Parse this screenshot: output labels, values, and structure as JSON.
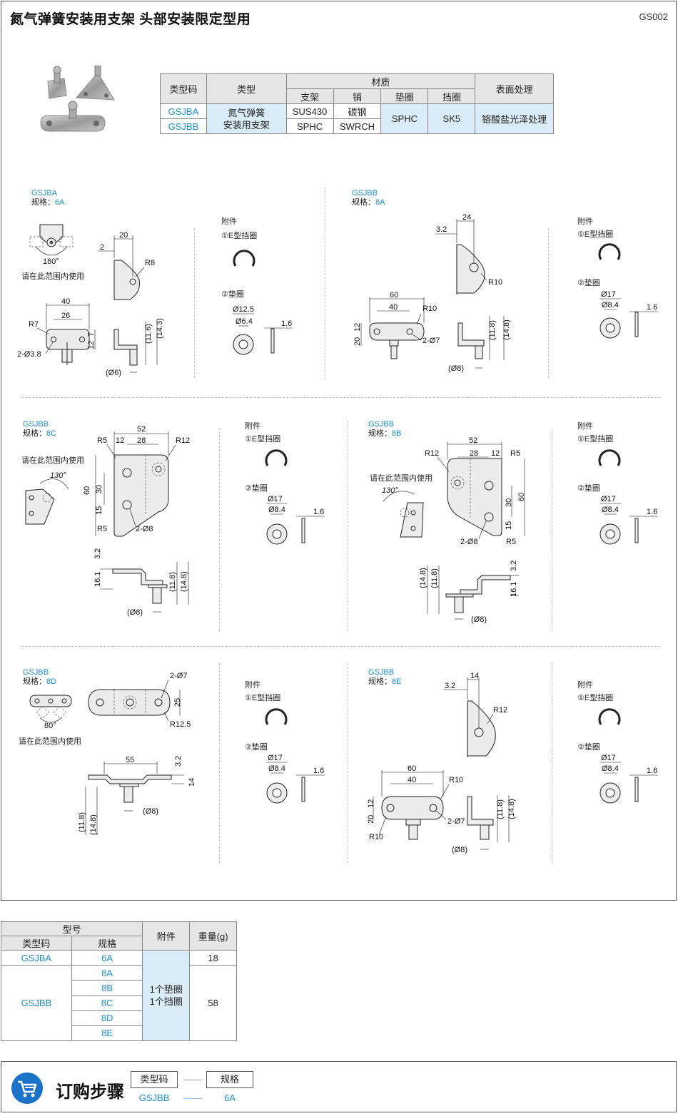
{
  "header": {
    "title": "氮气弹簧安装用支架  头部安装限定型用",
    "code": "GS002"
  },
  "spec_table": {
    "h_type_code": "类型码",
    "h_type": "类型",
    "h_material": "材质",
    "h_surface": "表面处理",
    "h_bracket": "支架",
    "h_pin": "销",
    "h_washer": "垫圈",
    "h_ring": "挡圈",
    "row1_code": "GSJBA",
    "row2_code": "GSJBB",
    "type_line1": "氮气弹簧",
    "type_line2": "安装用支架",
    "row1_bracket": "SUS430",
    "row1_pin": "碳钢",
    "row2_bracket": "SPHC",
    "row2_pin": "SWRCH",
    "washer": "SPHC",
    "ring": "SK5",
    "surface": "铬酸盐光泽处理"
  },
  "common": {
    "accessory": "附件",
    "ering": "①E型挡圈",
    "washer": "②垫圈",
    "spec_prefix": "规格：",
    "range_note": "请在此范围内使用"
  },
  "panels": {
    "p6a": {
      "code": "GSJBA",
      "spec": "6A"
    },
    "p8a": {
      "code": "GSJBB",
      "spec": "8A"
    },
    "p8c": {
      "code": "GSJBB",
      "spec": "8C"
    },
    "p8b": {
      "code": "GSJBB",
      "spec": "8B"
    },
    "p8d": {
      "code": "GSJBB",
      "spec": "8D"
    },
    "p8e": {
      "code": "GSJBB",
      "spec": "8E"
    }
  },
  "dims": {
    "p6a": {
      "d20": "20",
      "d2": "2",
      "r8": "R8",
      "a180": "180°",
      "d40": "40",
      "d26": "26",
      "r7": "R7",
      "h12": "12",
      "h7": "7",
      "hole": "2-Ø3.8",
      "v116": "(11.6)",
      "v143": "(14.3)",
      "pin": "(Ø6)",
      "wd1": "Ø12.5",
      "wd2": "Ø6.4",
      "wt": "1.6"
    },
    "p8a": {
      "d24": "24",
      "d32": "3.2",
      "r10": "R10",
      "d60": "60",
      "d40": "40",
      "r10b": "R10",
      "h20": "20",
      "h12": "12",
      "hole": "2-Ø7",
      "v118": "(11.8)",
      "v148": "(14.8)",
      "pin": "(Ø8)",
      "wd1": "Ø17",
      "wd2": "Ø8.4",
      "wt": "1.6"
    },
    "p8c": {
      "r5": "R5",
      "d12": "12",
      "d52": "52",
      "d28": "28",
      "r12": "R12",
      "a130": "130°",
      "h60": "60",
      "h30": "30",
      "h15": "15",
      "r5b": "R5",
      "hole": "2-Ø8",
      "v32": "3.2",
      "v161": "16.1",
      "v118": "(11.8)",
      "v148": "(14.8)",
      "pin": "(Ø8)",
      "wd1": "Ø17",
      "wd2": "Ø8.4",
      "wt": "1.6"
    },
    "p8b": {
      "d52": "52",
      "r12": "R12",
      "d28": "28",
      "d12": "12",
      "r5": "R5",
      "a130": "130°",
      "h30": "30",
      "h60": "60",
      "h15": "15",
      "hole": "2-Ø8",
      "r5b": "R5",
      "v148": "(14.8)",
      "v118": "(11.8)",
      "v32": "3.2",
      "v161": "16.1",
      "pin": "(Ø8)",
      "wd1": "Ø17",
      "wd2": "Ø8.4",
      "wt": "1.6"
    },
    "p8d": {
      "hole": "2-Ø7",
      "h25": "25",
      "r125": "R12.5",
      "a80": "80°",
      "d55": "55",
      "v32": "3.2",
      "v14": "14",
      "pin": "(Ø8)",
      "v118": "(11.8)",
      "v148": "(14.8)",
      "wd1": "Ø17",
      "wd2": "Ø8.4",
      "wt": "1.6"
    },
    "p8e": {
      "d14": "14",
      "d32": "3.2",
      "r12": "R12",
      "d60": "60",
      "d40": "40",
      "r10": "R10",
      "h20": "20",
      "h12": "12",
      "hole": "2-Ø7",
      "r10b": "R10",
      "v118": "(11.8)",
      "v148": "(14.8)",
      "pin": "(Ø8)",
      "wd1": "Ø17",
      "wd2": "Ø8.4",
      "wt": "1.6"
    }
  },
  "weight_table": {
    "h_model": "型号",
    "h_type_code": "类型码",
    "h_spec": "规格",
    "h_acc": "附件",
    "h_weight": "重量(g)",
    "code_a": "GSJBA",
    "code_b": "GSJBB",
    "specs": [
      "6A",
      "8A",
      "8B",
      "8C",
      "8D",
      "8E"
    ],
    "acc_line1": "1个垫圈",
    "acc_line2": "1个挡圈",
    "w_a": "18",
    "w_b": "58"
  },
  "order": {
    "title": "订购步骤",
    "box1": "类型码",
    "box2": "规格",
    "val1": "GSJBB",
    "val2": "6A",
    "icon": "shopping-cart-icon"
  }
}
